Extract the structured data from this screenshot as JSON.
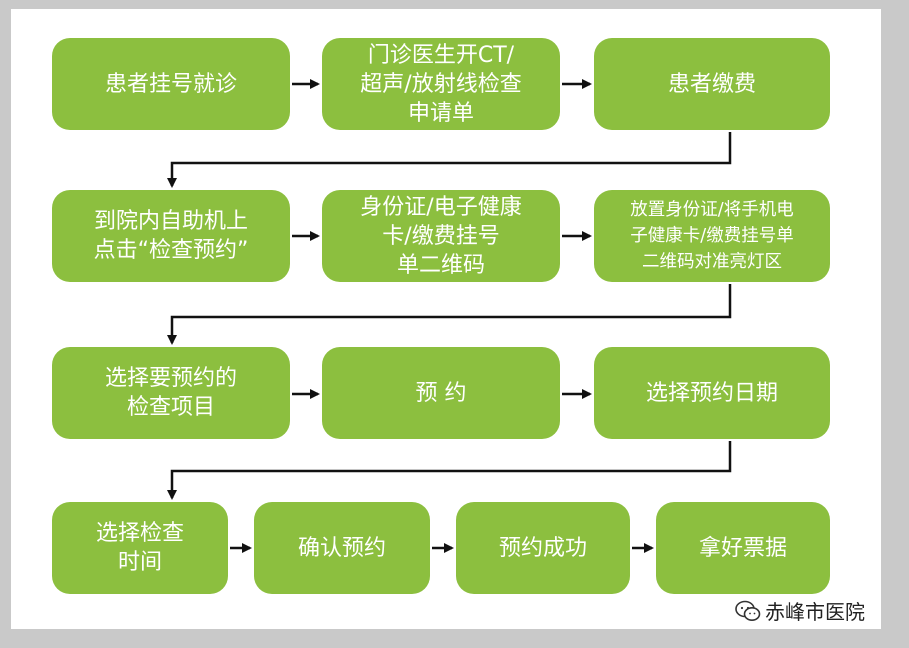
{
  "steps": {
    "s1": "患者挂号就诊",
    "s2": "门诊医生开CT/\n超声/放射线检查\n申请单",
    "s3": "患者缴费",
    "s4": "到院内自助机上\n点击“检查预约”",
    "s5": "身份证/电子健康\n卡/缴费挂号\n单二维码",
    "s6": "放置身份证/将手机电\n子健康卡/缴费挂号单\n二维码对准亮灯区",
    "s7": "选择要预约的\n检查项目",
    "s8": "预   约",
    "s9": "选择预约日期",
    "s10": "选择检查\n时间",
    "s11": "确认预约",
    "s12": "预约成功",
    "s13": "拿好票据"
  },
  "watermark": {
    "icon": "wechat-icon",
    "text": "赤峰市医院"
  },
  "colors": {
    "box": "#8cbf3f",
    "text": "#ffffff",
    "arrow": "#111111"
  }
}
